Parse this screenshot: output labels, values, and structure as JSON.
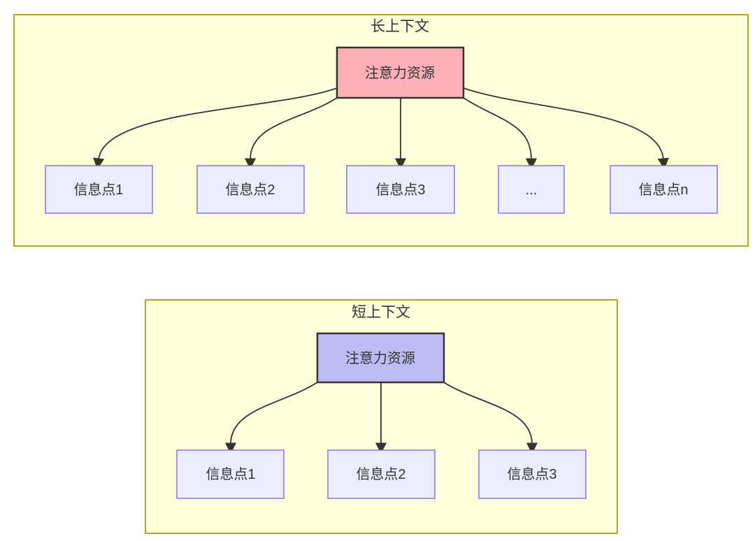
{
  "diagram": {
    "type": "flowchart-comparison",
    "colors": {
      "panel_fill": "#ffffde",
      "panel_stroke": "#aaaa33",
      "info_node_fill": "#ECECFF",
      "info_node_stroke": "#9370DB",
      "long_source_fill": "#ffb0b8",
      "short_source_fill": "#bcbcf2",
      "edge_color": "#333333",
      "text_color": "#333333"
    },
    "panels": [
      {
        "title": "长上下文",
        "source": {
          "label": "注意力资源"
        },
        "targets": [
          {
            "label": "信息点1"
          },
          {
            "label": "信息点2"
          },
          {
            "label": "信息点3"
          },
          {
            "label": "..."
          },
          {
            "label": "信息点n"
          }
        ]
      },
      {
        "title": "短上下文",
        "source": {
          "label": "注意力资源"
        },
        "targets": [
          {
            "label": "信息点1"
          },
          {
            "label": "信息点2"
          },
          {
            "label": "信息点3"
          }
        ]
      }
    ]
  }
}
